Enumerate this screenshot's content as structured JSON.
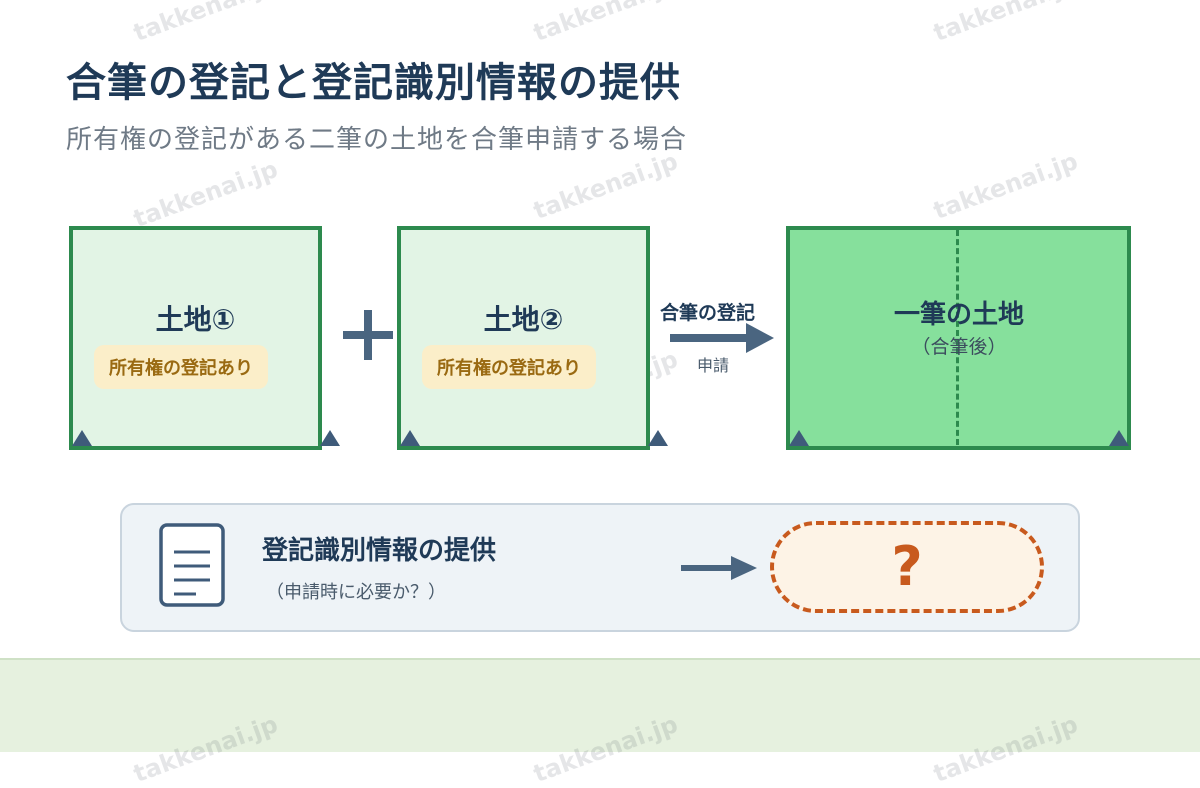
{
  "title": "合筆の登記と登記識別情報の提供",
  "subtitle": "所有権の登記がある二筆の土地を合筆申請する場合",
  "lands": [
    {
      "label": "土地①",
      "badge": "所有権の登記あり"
    },
    {
      "label": "土地②",
      "badge": "所有権の登記あり"
    }
  ],
  "arrow": {
    "top_label": "合筆の登記",
    "bottom_label": "申請"
  },
  "merged": {
    "label": "一筆の土地",
    "note": "（合筆後）"
  },
  "info": {
    "title": "登記識別情報の提供",
    "note": "（申請時に必要か？）",
    "answer": "?"
  },
  "watermark": "takkenai.jp",
  "colors": {
    "navy": "#1f3a57",
    "green_border": "#2d8a4e",
    "light_green": "#e2f4e5",
    "dark_green": "#86e09c",
    "badge_bg": "#fbeec9",
    "badge_text": "#9a6a12",
    "orange": "#c85a1e"
  },
  "icons": [
    "plus-icon",
    "right-arrow-icon",
    "document-icon",
    "boundary-marker-icon"
  ]
}
